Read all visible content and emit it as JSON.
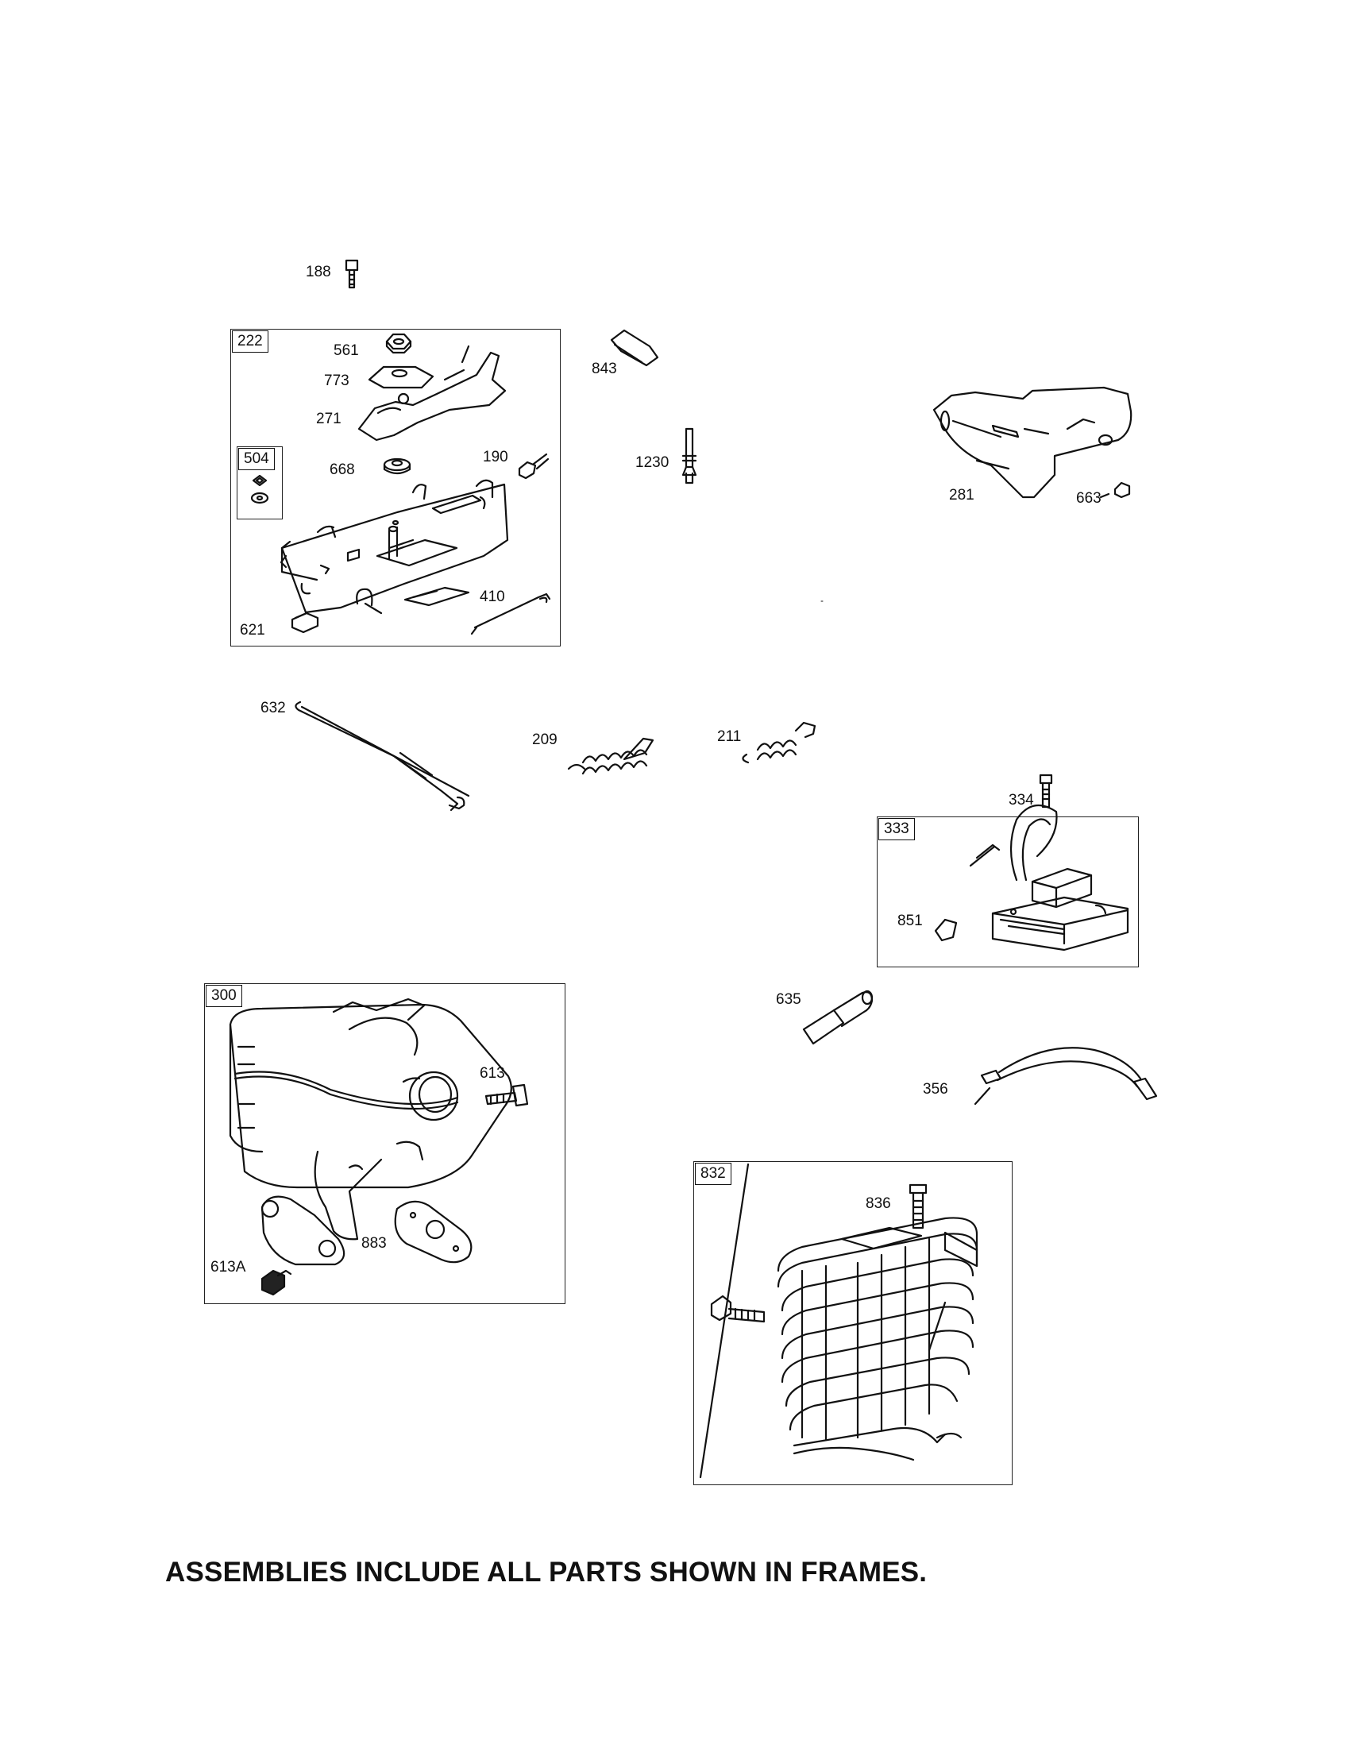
{
  "labels": {
    "p188": "188",
    "p222": "222",
    "p561": "561",
    "p773": "773",
    "p271": "271",
    "p504": "504",
    "p668": "668",
    "p190": "190",
    "p621": "621",
    "p410": "410",
    "p843": "843",
    "p1230": "1230",
    "p281": "281",
    "p663": "663",
    "p632": "632",
    "p209": "209",
    "p211": "211",
    "p334": "334",
    "p333": "333",
    "p851": "851",
    "p300": "300",
    "p613": "613",
    "p613a": "613A",
    "p883": "883",
    "p635": "635",
    "p356": "356",
    "p832": "832",
    "p836": "836"
  },
  "footer_note": "ASSEMBLIES INCLUDE ALL PARTS SHOWN IN FRAMES.",
  "colors": {
    "ink": "#111111",
    "paper": "#ffffff",
    "shade": "#555555"
  }
}
